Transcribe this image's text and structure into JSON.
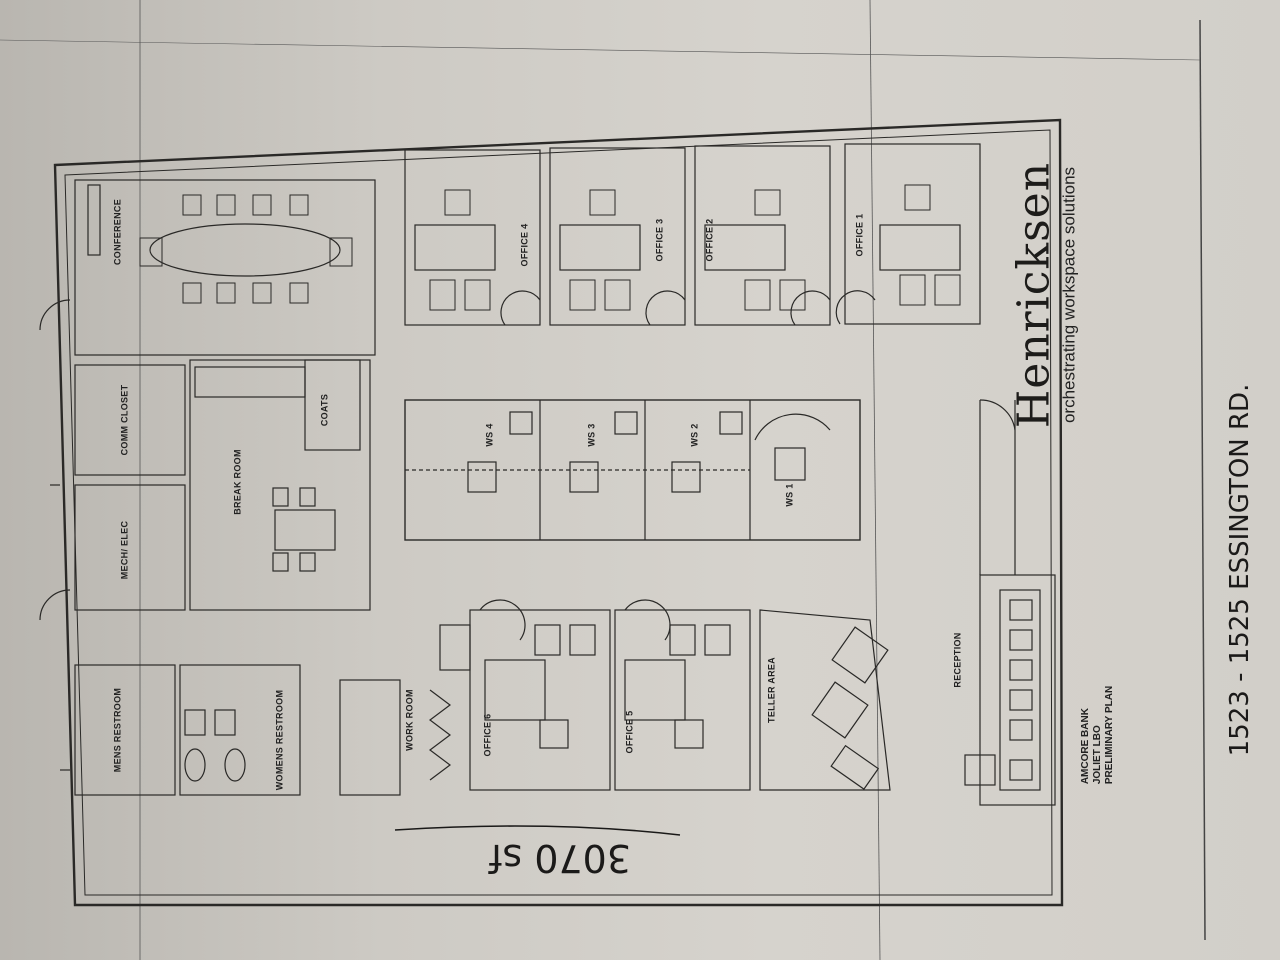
{
  "drawing": {
    "rooms": {
      "conference": "CONFERENCE",
      "comm_closet": "COMM CLOSET",
      "break_room": "BREAK ROOM",
      "coats": "COATS",
      "mech_elec": "MECH/ ELEC",
      "mens_restroom": "MENS RESTROOM",
      "womens_restroom": "WOMENS RESTROOM",
      "work_room": "WORK ROOM",
      "office_1": "OFFICE 1",
      "office_2": "OFFICE 2",
      "office_3": "OFFICE 3",
      "office_4": "OFFICE 4",
      "office_5": "OFFICE 5",
      "office_6": "OFFICE 6",
      "ws_1": "WS 1",
      "ws_2": "WS 2",
      "ws_3": "WS 3",
      "ws_4": "WS 4",
      "teller_area": "TELLER AREA",
      "reception": "RECEPTION"
    },
    "brand": {
      "name": "Henricksen",
      "tagline": "orchestrating workspace solutions"
    },
    "project": {
      "line1": "AMCORE BANK",
      "line2": "JOLIET LBO",
      "line3": "PRELIMINARY PLAN"
    },
    "handwritten": {
      "area": "3070 sf",
      "address": "1523 - 1525  ESSINGTON RD."
    }
  }
}
